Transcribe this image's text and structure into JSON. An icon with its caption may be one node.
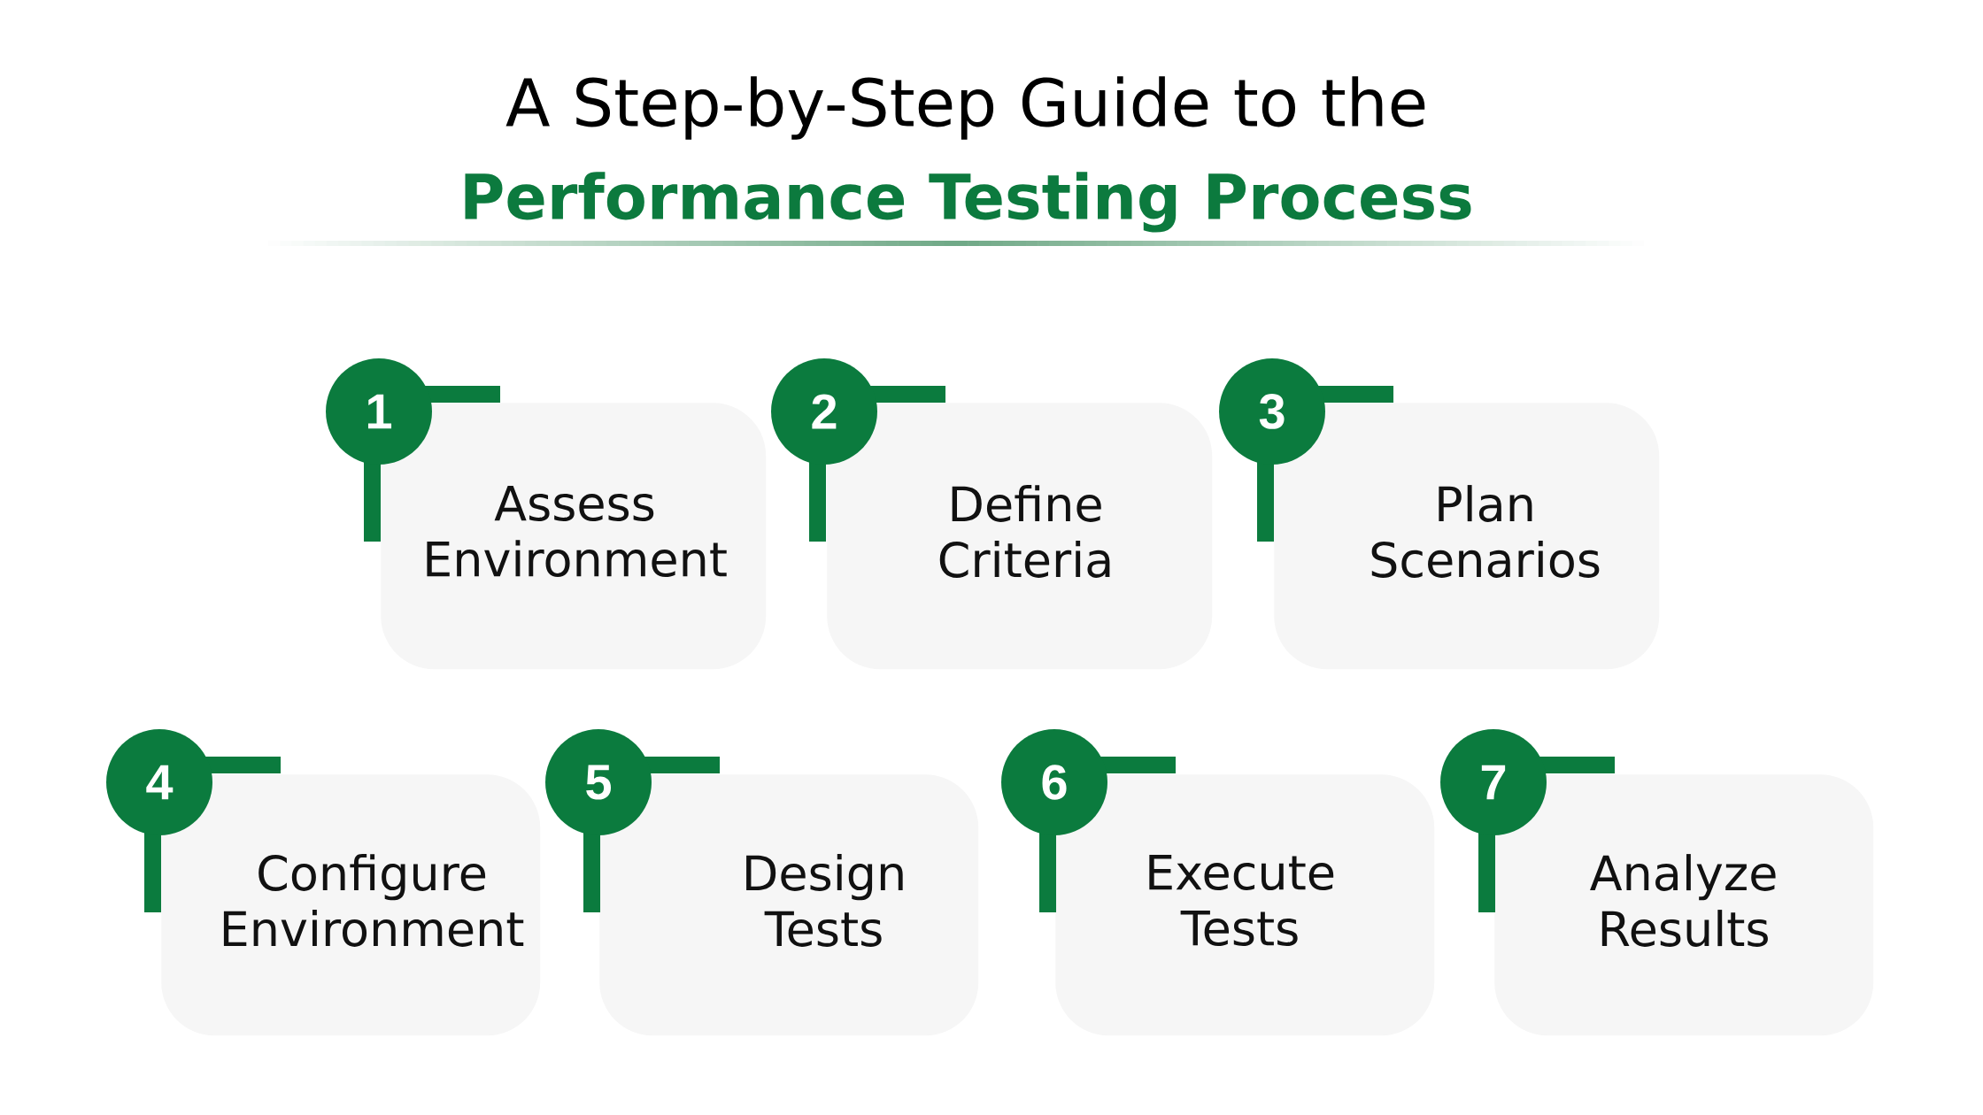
{
  "diagram": {
    "title": "A Step-by-Step Guide to the **Performance Testing Process**",
    "nodes": [
      {
        "text": [
          "1"
        ]
      },
      {
        "text": [
          "Assess Environment"
        ]
      },
      {
        "text": [
          "2"
        ]
      },
      {
        "text": [
          "Define Criteria"
        ]
      },
      {
        "text": [
          "3"
        ]
      },
      {
        "text": [
          "Plan Scenarios"
        ]
      },
      {
        "text": [
          "4"
        ]
      },
      {
        "text": [
          "Configure Environment"
        ]
      },
      {
        "text": [
          "5"
        ]
      },
      {
        "text": [
          "Design Tests"
        ]
      },
      {
        "text": [
          "6"
        ]
      },
      {
        "text": [
          "Execute Tests"
        ]
      },
      {
        "text": [
          "7"
        ]
      },
      {
        "text": [
          "Analyze Results"
        ]
      }
    ]
  }
}
